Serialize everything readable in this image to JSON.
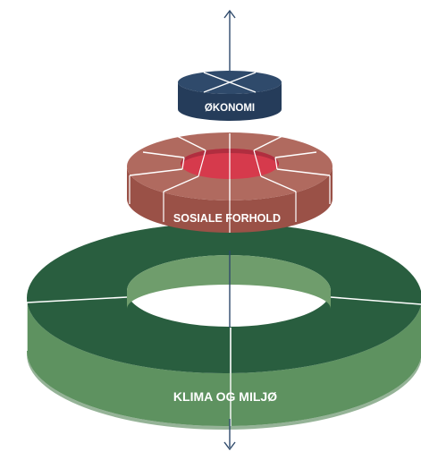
{
  "layers": {
    "economy": {
      "label": "ØKONOMI",
      "top_color": "#2f4a6b",
      "side_color": "#253c5a",
      "line_color": "#ffffff"
    },
    "social": {
      "label": "SOSIALE FORHOLD",
      "top_color": "#b06a5f",
      "side_color": "#9a5147",
      "inner_color": "#d63a4c",
      "line_color": "#ffffff"
    },
    "climate": {
      "label": "KLIMA OG MILJØ",
      "top_color": "#295e3f",
      "side_color": "#5e9260",
      "inner_wall_color": "#6f9d6c",
      "line_color": "#ffffff"
    }
  },
  "axis": {
    "line_color": "#2f4a6b"
  }
}
